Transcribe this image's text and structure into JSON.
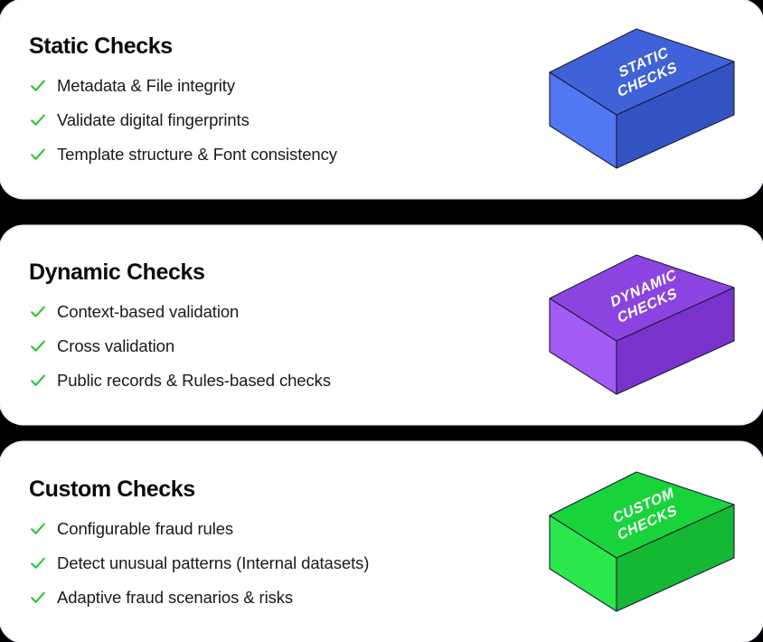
{
  "background_color": "#000000",
  "card_background": "#ffffff",
  "check_icon_color": "#22c933",
  "cards": [
    {
      "id": "static-checks",
      "title": "Static Checks",
      "items": [
        "Metadata & File integrity",
        "Validate digital fingerprints",
        "Template structure & Font consistency"
      ],
      "cube": {
        "label_line_1": "STATIC",
        "label_line_2": "CHECKS",
        "top_color": "#3f62d8",
        "left_color": "#5177f2",
        "right_color": "#3353c2",
        "edge_color": "#1b1b3a"
      }
    },
    {
      "id": "dynamic-checks",
      "title": "Dynamic Checks",
      "items": [
        "Context-based validation",
        "Cross validation",
        "Public records & Rules-based checks"
      ],
      "cube": {
        "label_line_1": "DYNAMIC",
        "label_line_2": "CHECKS",
        "top_color": "#8c44e0",
        "left_color": "#a25cf5",
        "right_color": "#7a32cc",
        "edge_color": "#2a1040"
      }
    },
    {
      "id": "custom-checks",
      "title": "Custom Checks",
      "items": [
        "Configurable fraud rules",
        "Detect unusual patterns (Internal datasets)",
        "Adaptive fraud scenarios & risks"
      ],
      "cube": {
        "label_line_1": "CUSTOM",
        "label_line_2": "CHECKS",
        "top_color": "#18d43a",
        "left_color": "#2ae84b",
        "right_color": "#15b832",
        "edge_color": "#073d12"
      }
    }
  ],
  "icons": {
    "check": "check-icon"
  }
}
